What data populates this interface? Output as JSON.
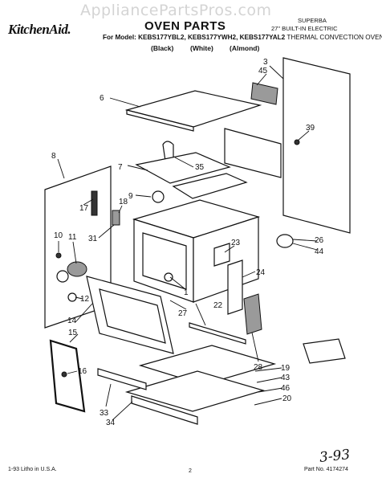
{
  "watermark": "AppliancePartsPros.com",
  "header": {
    "brand": "KitchenAid.",
    "title": "OVEN PARTS",
    "model_prefix": "For Model: KEBS177YBL2, KEBS177YWH2, KEBS177YAL2",
    "model_suffix": " THERMAL CONVECTION OVEN",
    "series": "SUPERBA",
    "size": "27\" BUILT-IN ELECTRIC",
    "colors": [
      "(Black)",
      "(White)",
      "(Almond)"
    ]
  },
  "callouts": [
    "3",
    "45",
    "6",
    "39",
    "8",
    "7",
    "35",
    "9",
    "18",
    "17",
    "10",
    "11",
    "31",
    "23",
    "26",
    "44",
    "24",
    "1",
    "12",
    "27",
    "22",
    "14",
    "15",
    "16",
    "28",
    "19",
    "43",
    "46",
    "20",
    "33",
    "34"
  ],
  "footer": {
    "left": "1-93 Litho in U.S.A.",
    "page": "2",
    "part": "Part No. 4174274"
  },
  "handwritten_note": "3-93",
  "icons": [
    "diagram-drawing"
  ]
}
